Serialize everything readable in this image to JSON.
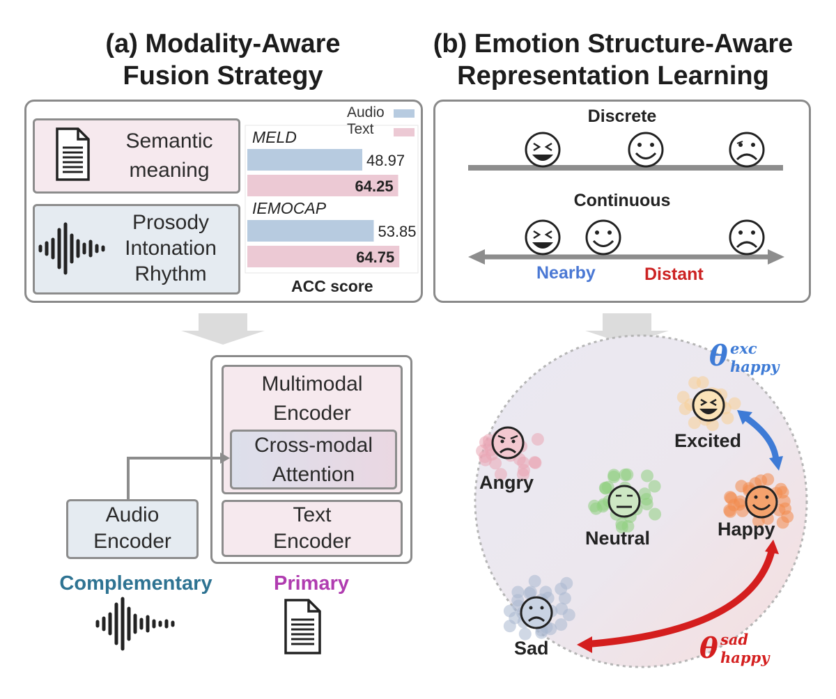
{
  "left": {
    "title_line1": "(a) Modality-Aware",
    "title_line2": "Fusion Strategy",
    "text_box": {
      "line1": "Semantic",
      "line2": "meaning"
    },
    "audio_box": {
      "line1": "Prosody",
      "line2": "Intonation",
      "line3": "Rhythm"
    },
    "legend": {
      "audio": "Audio",
      "text": "Text"
    },
    "chart_caption": "ACC score",
    "encoders": {
      "multimodal_line1": "Multimodal",
      "multimodal_line2": "Encoder",
      "cross_line1": "Cross-modal",
      "cross_line2": "Attention",
      "text_line1": "Text",
      "text_line2": "Encoder",
      "audio_line1": "Audio",
      "audio_line2": "Encoder"
    },
    "complementary_label": "Complementary",
    "primary_label": "Primary"
  },
  "chart_data": {
    "type": "bar",
    "categories": [
      "MELD",
      "IEMOCAP"
    ],
    "series": [
      {
        "name": "Audio",
        "values": [
          48.97,
          53.85
        ]
      },
      {
        "name": "Text",
        "values": [
          64.25,
          64.75
        ]
      }
    ],
    "value_labels": [
      [
        "48.97",
        "64.25"
      ],
      [
        "53.85",
        "64.75"
      ]
    ],
    "xlabel": "ACC score",
    "orientation": "horizontal",
    "legend": "top-right"
  },
  "right": {
    "title_line1": "(b) Emotion Structure-Aware",
    "title_line2": "Representation Learning",
    "discrete_label": "Discrete",
    "continuous_label": "Continuous",
    "nearby_label": "Nearby",
    "distant_label": "Distant",
    "emotions": {
      "excited": "Excited",
      "angry": "Angry",
      "neutral": "Neutral",
      "happy": "Happy",
      "sad": "Sad"
    },
    "theta_exc": {
      "base": "θ",
      "sup": "exc",
      "sub": "happy"
    },
    "theta_sad": {
      "base": "θ",
      "sup": "sad",
      "sub": "happy"
    }
  },
  "colors": {
    "audio_bar": "#b7cbe0",
    "text_bar": "#ecc9d4",
    "complementary": "#2e7392",
    "primary": "#b03cb0",
    "nearby": "#4a78d4",
    "distant": "#cc2222",
    "theta_exc": "#3e7bd6",
    "theta_sad": "#d41e1e"
  }
}
